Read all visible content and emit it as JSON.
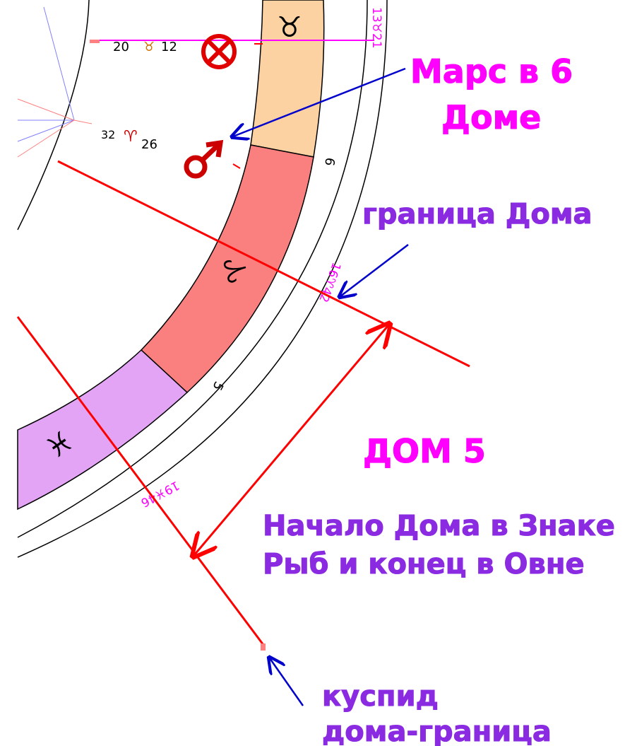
{
  "colors": {
    "aries_band": "#fa8080",
    "taurus_band": "#fcd2a2",
    "pisces_band": "#e3a4f5",
    "cusp_line": "#ff0000",
    "pointer_arrow": "#0000cc",
    "annotation_magenta": "#ff00ff",
    "annotation_purple": "#8a2be2",
    "mars_glyph": "#cc0000"
  },
  "glyphs": {
    "taurus": "♉",
    "aries": "♈",
    "pisces": "♓",
    "mars": "♂",
    "part_of_fortune": "⊗"
  },
  "chart_labels": {
    "top_num1": "20",
    "top_sym": "♉",
    "top_num2": "12",
    "mid_num1": "32",
    "mid_sym": "♈",
    "mid_num2": "26",
    "house6_num": "6",
    "house5_num": "5",
    "cusp_top_degree": "13♉21",
    "cusp_mid_degree": "16♈42",
    "cusp_low_degree": "19♓46"
  },
  "annotations": {
    "mars_line1": "Марс в 6",
    "mars_line2": "Доме",
    "boundary": "граница Дома",
    "house5_title": "ДОМ 5",
    "house5_desc_line1": "Начало Дома в Знаке",
    "house5_desc_line2": "Рыб и конец в Овне",
    "cusp_line1": "куспид",
    "cusp_line2": "дома-граница"
  }
}
